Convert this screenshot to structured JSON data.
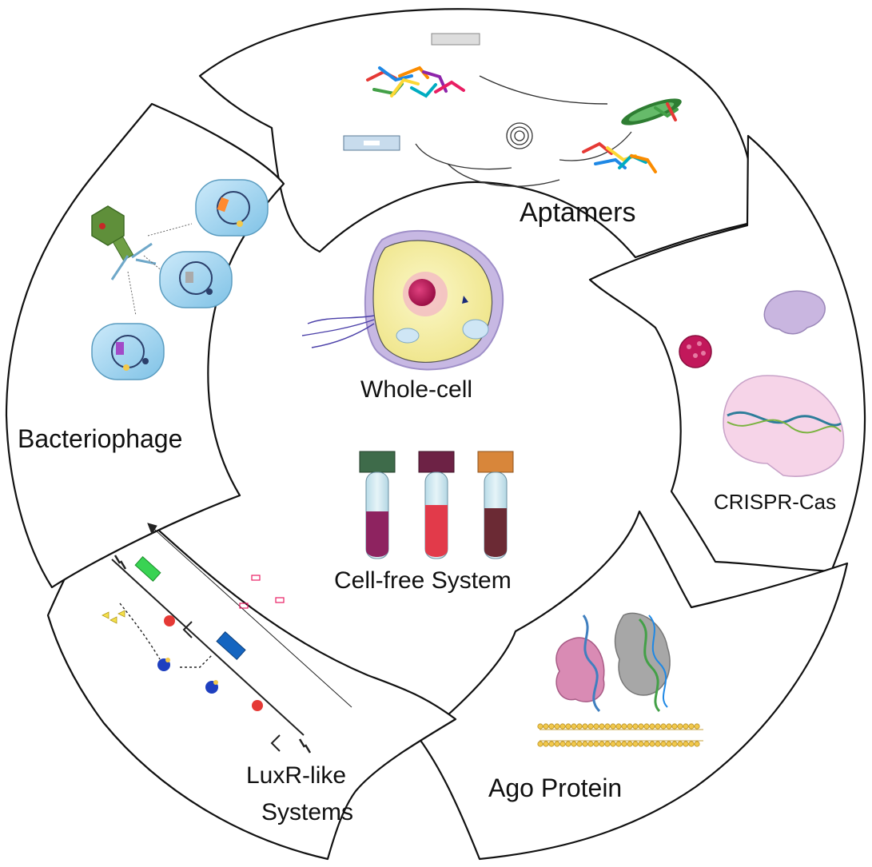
{
  "diagram": {
    "segments": {
      "aptamers": {
        "label": "Aptamers"
      },
      "crispr": {
        "label": "CRISPR-Cas"
      },
      "ago": {
        "label": "Ago Protein"
      },
      "luxr": {
        "label_line1": "LuxR-like",
        "label_line2": "Systems"
      },
      "bacteriophage": {
        "label": "Bacteriophage"
      }
    },
    "center": {
      "whole_cell": {
        "label": "Whole-cell"
      },
      "cell_free": {
        "label": "Cell-free System"
      }
    },
    "colors": {
      "cell_body": "#f7f1a6",
      "cell_outline": "#b9a7d8",
      "nucleus": "#c2185b",
      "tube_cap_green": "#3e6b4a",
      "tube_cap_maroon": "#6d2245",
      "tube_cap_orange": "#d8863a",
      "liquid_purple": "#8e2360",
      "liquid_red": "#e23a4a",
      "liquid_brown": "#6b2a34",
      "bacterium_fill": "#9fd4ef",
      "phage_green": "#5f8f3a",
      "ago_pink": "#d98bb4",
      "membrane_yellow": "#f2c94c"
    }
  }
}
